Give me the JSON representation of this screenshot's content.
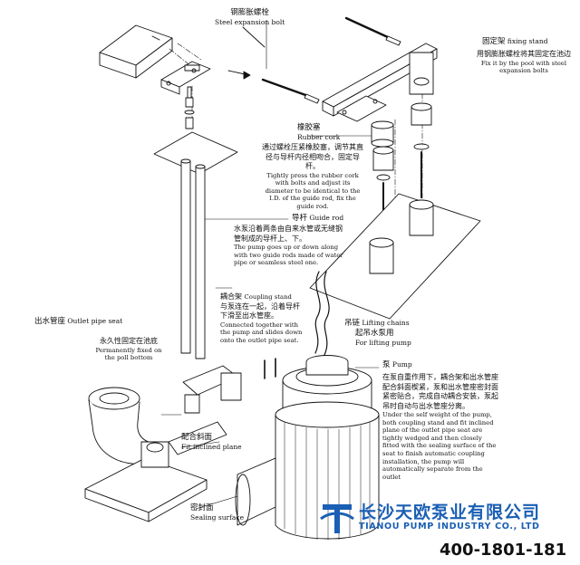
{
  "labels": {
    "expansion_bolt": {
      "cn": "钢膨胀螺栓",
      "en": "Steel expansion bolt"
    },
    "fixing_stand": {
      "cn": "固定架",
      "en": "fixing stand"
    },
    "fixing_note": {
      "cn": "用钢膨胀螺栓将其固定在池边",
      "en": "Fix it by the pool with steel expansion bolts"
    },
    "rubber_cork": {
      "cn": "橡胶塞",
      "en": "Rubber cork"
    },
    "rubber_note": {
      "cn": "通过螺栓压紧橡胶塞，调节其直径与导杆内径相吻合，固定导杆。",
      "en": "Tightly press the rubber cork with bolts and adjust its diameter to be identical to the I.D. of the guide rod, fix the guide rod."
    },
    "guide_rod": {
      "cn": "导杆",
      "en": "Guide rod"
    },
    "guide_note": {
      "cn": "水泵沿着两条由自来水管或无缝钢管制成的导杆上、下。",
      "en": "The pump goes up or down along with two guide rods made of water pipe or seamless steel one."
    },
    "coupling_stand": {
      "cn": "耦合架",
      "en": "Coupling stand"
    },
    "coupling_note": {
      "cn": "与泵连在一起，沿着导杆下滑至出水管座。",
      "en": "Connected together with the pump and slides down onto the outlet pipe seat."
    },
    "outlet_seat": {
      "cn": "出水管座",
      "en": "Outlet pipe seat"
    },
    "permanent_note": {
      "cn": "永久性固定在池底",
      "en": "Permanently fixed on the poll bottom"
    },
    "lifting_chains": {
      "cn": "吊链",
      "en": "Lifting chains"
    },
    "lifting_note": {
      "cn": "起吊水泵用",
      "en": "For lifting pump"
    },
    "pump": {
      "cn": "泵",
      "en": "Pump"
    },
    "pump_note": {
      "cn": "在泵自重作用下，耦合架和出水管座配合斜面楔紧，泵和出水管座密封面紧密贴合，完成自动耦合安装，泵起吊时自动与出水管座分离。",
      "en": "Under the self weight of the pump, both coupling stand and fit inclined plane of the outlet pipe seat are tightly wedged and then closely fitted with the sealing surface of the seat to finish automatic coupling installation, the pump will automatically separate from the outlet"
    },
    "fit_plane": {
      "cn": "配合斜面",
      "en": "Fit inclined plane"
    },
    "sealing_surface": {
      "cn": "密封面",
      "en": "Sealing surface"
    }
  },
  "company": {
    "name_cn": "长沙天欧泵业有限公司",
    "name_en": "TIANOU PUMP INDUSTRY CO., LTD",
    "phone": "400-1801-181"
  },
  "colors": {
    "brand": "#1a5fb4",
    "ink": "#111111"
  }
}
